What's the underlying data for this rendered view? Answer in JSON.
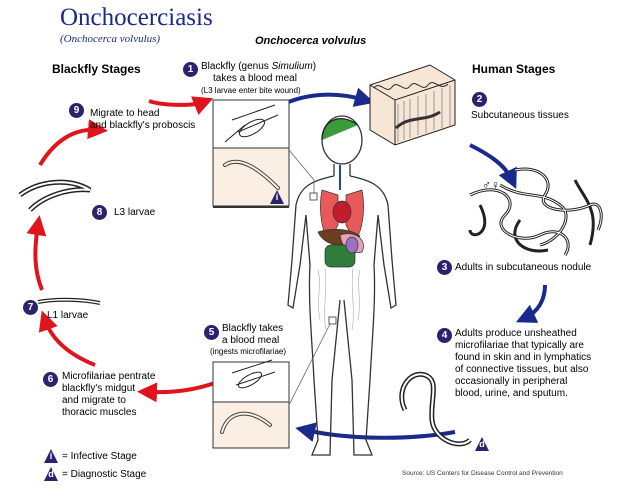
{
  "title": "Onchocerciasis",
  "subtitle": "(Onchocerca volvulus)",
  "species": "Onchocerca volvulus",
  "blackfly_heading": "Blackfly Stages",
  "human_heading": "Human Stages",
  "steps": [
    {
      "n": "1",
      "line1a": "Blackfly (genus ",
      "line1i": "Simulium",
      "line1b": ")",
      "line2": "takes a blood meal",
      "line3": "(L3 larvae enter bite wound)"
    },
    {
      "n": "2",
      "text": "Subcutaneous tissues"
    },
    {
      "n": "3",
      "text": "Adults in subcutaneous nodule"
    },
    {
      "n": "4",
      "lines": [
        "Adults produce unsheathed",
        "microfilariae that typically are",
        "found in skin and in lymphatics",
        "of connective tissues,  but also",
        "occasionally in peripheral",
        "blood, urine, and sputum."
      ]
    },
    {
      "n": "5",
      "line1": "Blackfly takes",
      "line2": "a blood meal",
      "line3": "(ingests microfilariae)"
    },
    {
      "n": "6",
      "lines": [
        "Microfilariae pentrate",
        "blackfly's midgut",
        "and migrate to",
        "thoracic muscles"
      ]
    },
    {
      "n": "7",
      "text": "L1 larvae"
    },
    {
      "n": "8",
      "text": "L3 larvae"
    },
    {
      "n": "9",
      "lines": [
        "Migrate to head",
        "and blackfly's proboscis"
      ]
    }
  ],
  "legend": [
    {
      "symbol": "i",
      "label": "= Infective Stage"
    },
    {
      "symbol": "d",
      "label": "= Diagnostic Stage"
    }
  ],
  "sex_symbols": "♂♀",
  "source": "Source: US Centers for Disease Control and Prevention",
  "colors": {
    "title": "#1a2a8c",
    "badge": "#2b2270",
    "red_arrow": "#e0141c",
    "blue_arrow": "#1a2a8c",
    "box": "#fbeee2"
  }
}
